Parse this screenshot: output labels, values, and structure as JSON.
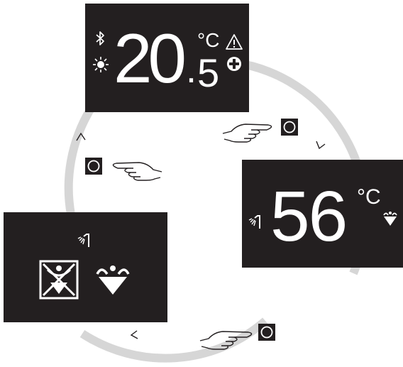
{
  "temperature_screen": {
    "whole": "20",
    "decimal_point": ".",
    "fraction": "5",
    "unit": "°C",
    "icons": [
      "bluetooth-icon",
      "sun-icon",
      "warning-icon",
      "plus-icon"
    ]
  },
  "water_screen": {
    "value": "56",
    "unit": "°C",
    "icons": [
      "shower-icon",
      "user-comfort-icon"
    ]
  },
  "mode_screen": {
    "icons": [
      "shower-icon",
      "disabled-person-icon",
      "user-comfort-icon"
    ]
  },
  "navigation": {
    "steps": [
      "press-button",
      "press-button",
      "press-button"
    ],
    "button_icon": "circle-button-icon",
    "hand_icon": "pointing-hand-icon",
    "direction": "clockwise"
  },
  "colors": {
    "screen": "#231f20",
    "ring": "#d6d6d6",
    "text": "#ffffff",
    "outline": "#231f20"
  }
}
